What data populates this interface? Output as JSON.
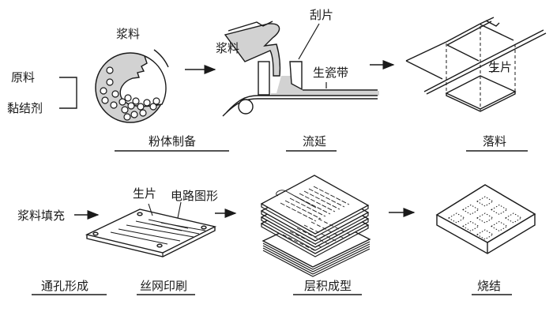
{
  "title": "LTCC / multilayer ceramic process flow",
  "colors": {
    "ink": "#1a1a1a",
    "slurry_fill": "#d2d2d2",
    "background": "#ffffff"
  },
  "inputs": {
    "raw_material": "原料",
    "binder": "黏结剂"
  },
  "stages": {
    "powder": {
      "label": "粉体制备",
      "slurry_label": "浆料"
    },
    "casting": {
      "label": "流延",
      "slurry_label": "浆料",
      "blade_label": "刮片",
      "tape_label": "生瓷带"
    },
    "blanking": {
      "label": "落料",
      "sheet_label": "生片"
    },
    "via": {
      "label": "通孔形成",
      "fill_label": "浆料填充"
    },
    "printing": {
      "label": "丝网印刷",
      "sheet_label": "生片",
      "pattern_label": "电路图形"
    },
    "lamination": {
      "label": "层积成型"
    },
    "sintering": {
      "label": "烧结"
    }
  }
}
